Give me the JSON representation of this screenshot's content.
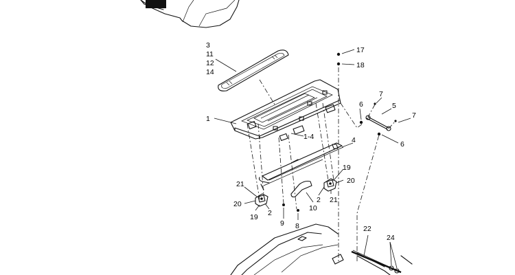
{
  "callouts": {
    "c1": "1",
    "c1_4": "1-4",
    "c2a": "2",
    "c2b": "2",
    "c3": "3",
    "c4": "4",
    "c5": "5",
    "c6a": "6",
    "c6b": "6",
    "c7a": "7",
    "c7b": "7",
    "c8": "8",
    "c9": "9",
    "c10": "10",
    "c11": "11",
    "c12": "12",
    "c14": "14",
    "c17": "17",
    "c18": "18",
    "c19a": "19",
    "c19b": "19",
    "c20a": "20",
    "c20b": "20",
    "c21a": "21",
    "c21b": "21",
    "c22": "22",
    "c24": "24"
  }
}
